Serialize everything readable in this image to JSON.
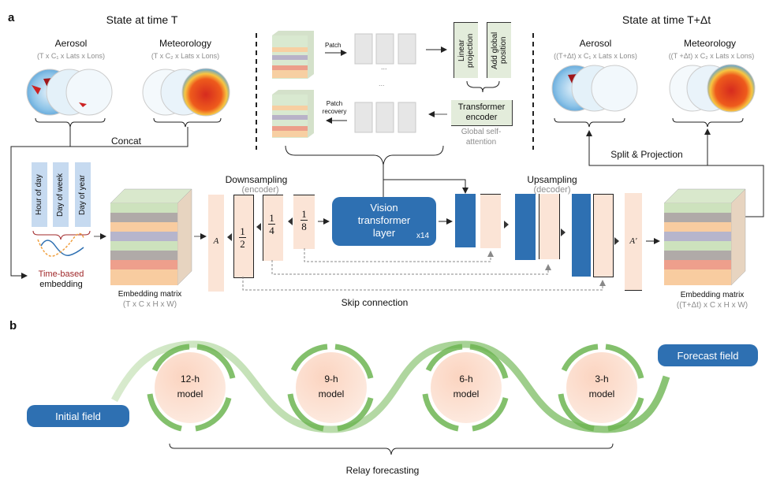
{
  "panel_a": {
    "label": "a",
    "state_T": {
      "title": "State at time T",
      "aerosol": {
        "title": "Aerosol",
        "dims": "(T x C₁ x Lats x Lons)"
      },
      "meteorology": {
        "title": "Meteorology",
        "dims": "(T x C₂ x Lats x Lons)"
      },
      "concat": "Concat"
    },
    "state_T_dt": {
      "title": "State at time T+Δt",
      "aerosol": {
        "title": "Aerosol",
        "dims": "((T+Δt) x C₁ x Lats x Lons)"
      },
      "meteorology": {
        "title": "Meteorology",
        "dims": "((T +Δt) x C₂ x Lats x Lons)"
      },
      "split": "Split & Projection"
    },
    "vit_detail": {
      "patch": "Patch",
      "patch_recovery": "Patch recovery",
      "ellipsis": "...",
      "linear_projection": "Linear projection",
      "add_global_position": "Add global position",
      "transformer_encoder": "Transformer encoder",
      "global_attention": "Global self-attention"
    },
    "time_embedding": {
      "items": [
        "Hour of day",
        "Day of week",
        "Day of year"
      ],
      "label_line1": "Time-based",
      "label_line2": "embedding"
    },
    "embedding_in": {
      "title": "Embedding matrix",
      "dims": "(T x C x H x W)"
    },
    "embedding_out": {
      "title": "Embedding matrix",
      "dims": "((T+Δt) x C x H x W)"
    },
    "encoder": {
      "title": "Downsampling",
      "subtitle": "(encoder)",
      "input_symbol": "A",
      "scales": [
        {
          "num": "1",
          "den": "2"
        },
        {
          "num": "1",
          "den": "4"
        },
        {
          "num": "1",
          "den": "8"
        }
      ]
    },
    "vit": {
      "line1": "Vision",
      "line2": "transformer",
      "line3": "layer",
      "repeat": "x14"
    },
    "decoder": {
      "title": "Upsampling",
      "subtitle": "(decoder)",
      "output_symbol": "A′"
    },
    "skip": "Skip connection"
  },
  "panel_b": {
    "label": "b",
    "initial": "Initial field",
    "forecast": "Forecast field",
    "models": [
      {
        "name": "12-h",
        "sub": "model"
      },
      {
        "name": "9-h",
        "sub": "model"
      },
      {
        "name": "6-h",
        "sub": "model"
      },
      {
        "name": "3-h",
        "sub": "model"
      }
    ],
    "relay": "Relay forecasting"
  },
  "colors": {
    "blue": "#2e70b2",
    "peach": "#fbe4d6",
    "green": "#6db552",
    "light_green": "#e3ecdb",
    "time_blue": "#c6daf0",
    "time_red": "#a0282a"
  }
}
